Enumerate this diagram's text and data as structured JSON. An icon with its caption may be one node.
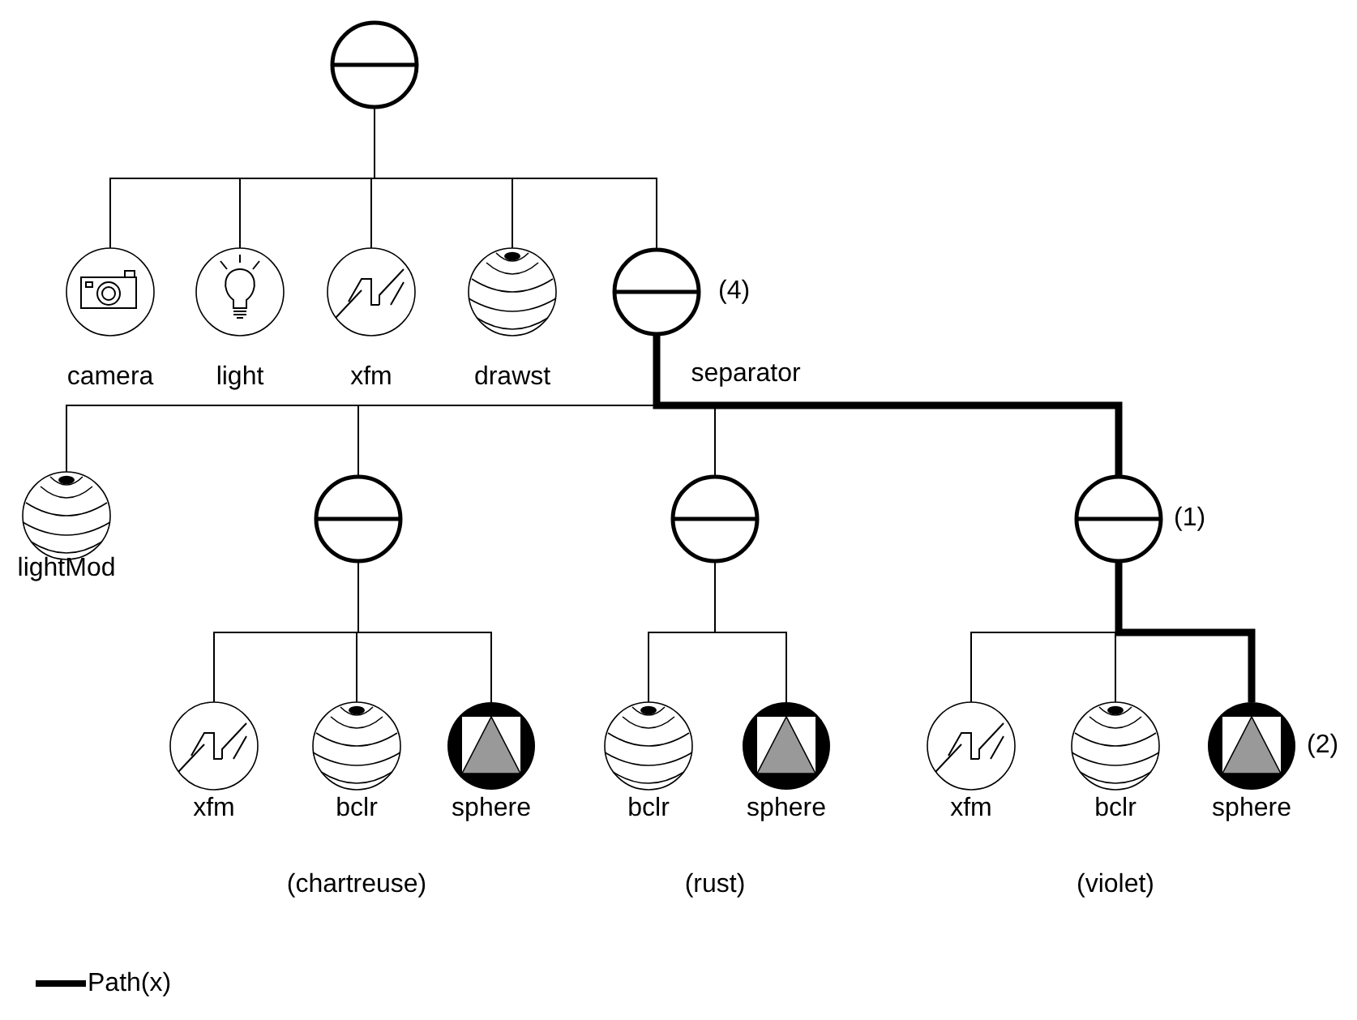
{
  "diagram": {
    "nodes": [
      {
        "text": [],
        "shape": "circle"
      },
      {
        "text": [
          "camera"
        ]
      },
      {
        "text": [
          "light"
        ]
      },
      {
        "text": [
          "xfm"
        ]
      },
      {
        "text": [
          "drawst"
        ]
      },
      {
        "text": [
          "separator"
        ],
        "beside": [
          "(4)"
        ]
      },
      {
        "text": [
          "lightMod"
        ]
      },
      {
        "text": [],
        "shape": "circle"
      },
      {
        "text": [],
        "shape": "circle"
      },
      {
        "text": [],
        "shape": "circle",
        "beside": [
          "(1)"
        ]
      },
      {
        "text": [
          "xfm"
        ]
      },
      {
        "text": [
          "bclr"
        ]
      },
      {
        "text": [
          "sphere"
        ]
      },
      {
        "text": [
          "bclr"
        ]
      },
      {
        "text": [
          "sphere"
        ]
      },
      {
        "text": [
          "xfm"
        ]
      },
      {
        "text": [
          "bclr"
        ]
      },
      {
        "text": [
          "sphere"
        ],
        "beside": [
          "(2)"
        ]
      }
    ],
    "edges": [
      {
        "from": 0,
        "to": 1,
        "arrow": "none"
      },
      {
        "from": 0,
        "to": 2,
        "arrow": "none"
      },
      {
        "from": 0,
        "to": 3,
        "arrow": "none"
      },
      {
        "from": 0,
        "to": 4,
        "arrow": "none"
      },
      {
        "from": 0,
        "to": 5,
        "arrow": "none"
      },
      {
        "from": 5,
        "to": 6,
        "arrow": "none"
      },
      {
        "from": 5,
        "to": 7,
        "arrow": "none"
      },
      {
        "from": 5,
        "to": 8,
        "arrow": "none"
      },
      {
        "from": 5,
        "to": 9,
        "arrow": "none",
        "style": "thick"
      },
      {
        "from": 7,
        "to": 10,
        "arrow": "none"
      },
      {
        "from": 7,
        "to": 11,
        "arrow": "none"
      },
      {
        "from": 7,
        "to": 12,
        "arrow": "none"
      },
      {
        "from": 8,
        "to": 13,
        "arrow": "none"
      },
      {
        "from": 8,
        "to": 14,
        "arrow": "none"
      },
      {
        "from": 9,
        "to": 15,
        "arrow": "none"
      },
      {
        "from": 9,
        "to": 16,
        "arrow": "none"
      },
      {
        "from": 9,
        "to": 17,
        "arrow": "none",
        "style": "thick"
      }
    ],
    "labels": [
      "(chartreuse)",
      "(rust)",
      "(violet)"
    ],
    "legend": [
      {
        "text": "Path(x)"
      }
    ]
  }
}
